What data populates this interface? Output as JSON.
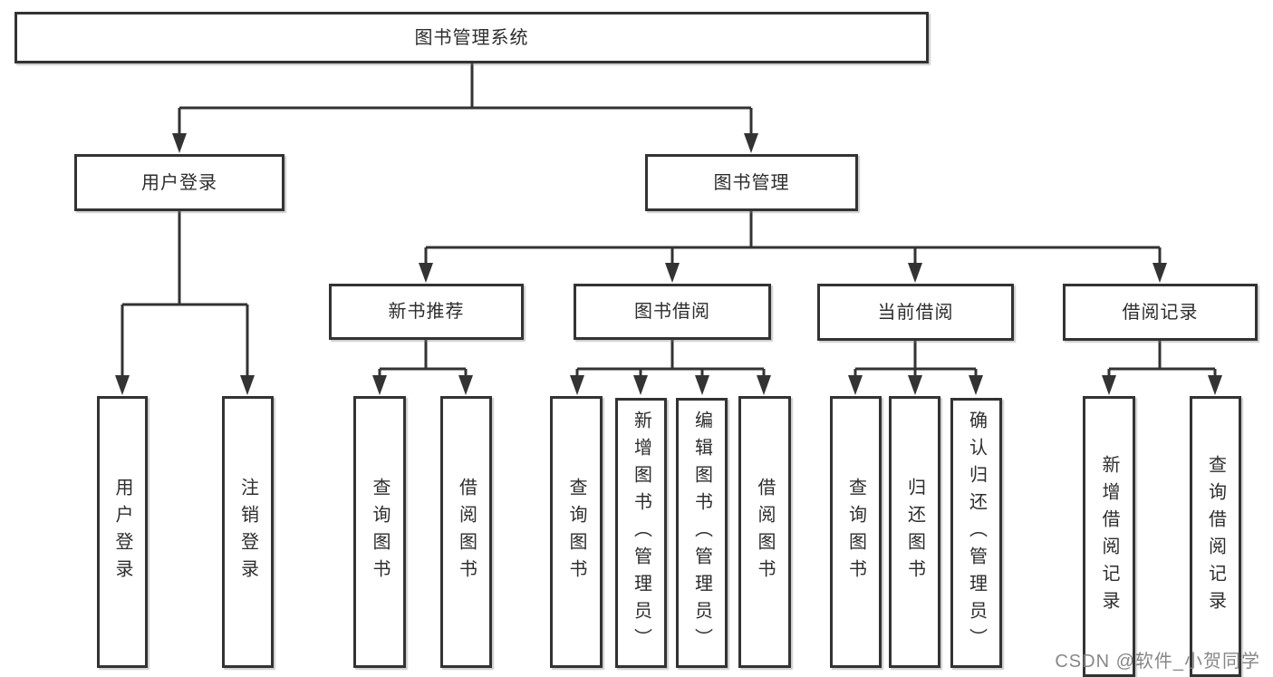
{
  "diagram": {
    "type": "hierarchy-tree",
    "root": {
      "label": "图书管理系统",
      "children": [
        {
          "label": "用户登录",
          "children": [
            {
              "label": "用户登录"
            },
            {
              "label": "注销登录"
            }
          ]
        },
        {
          "label": "图书管理",
          "children": [
            {
              "label": "新书推荐",
              "children": [
                {
                  "label": "查询图书"
                },
                {
                  "label": "借阅图书"
                }
              ]
            },
            {
              "label": "图书借阅",
              "children": [
                {
                  "label": "查询图书"
                },
                {
                  "label": "新增图书（管理员）"
                },
                {
                  "label": "编辑图书（管理员）"
                },
                {
                  "label": "借阅图书"
                }
              ]
            },
            {
              "label": "当前借阅",
              "children": [
                {
                  "label": "查询图书"
                },
                {
                  "label": "归还图书"
                },
                {
                  "label": "确认归还（管理员）"
                }
              ]
            },
            {
              "label": "借阅记录",
              "children": [
                {
                  "label": "新增借阅记录"
                },
                {
                  "label": "查询借阅记录"
                }
              ]
            }
          ]
        }
      ]
    },
    "colors": {
      "line": "#333333",
      "box_border": "#333333",
      "box_background": "#ffffff",
      "text": "#2d2d2d",
      "watermark": "#7d7d7d"
    }
  },
  "watermark": {
    "text": "CSDN @软件_小贺同学"
  }
}
